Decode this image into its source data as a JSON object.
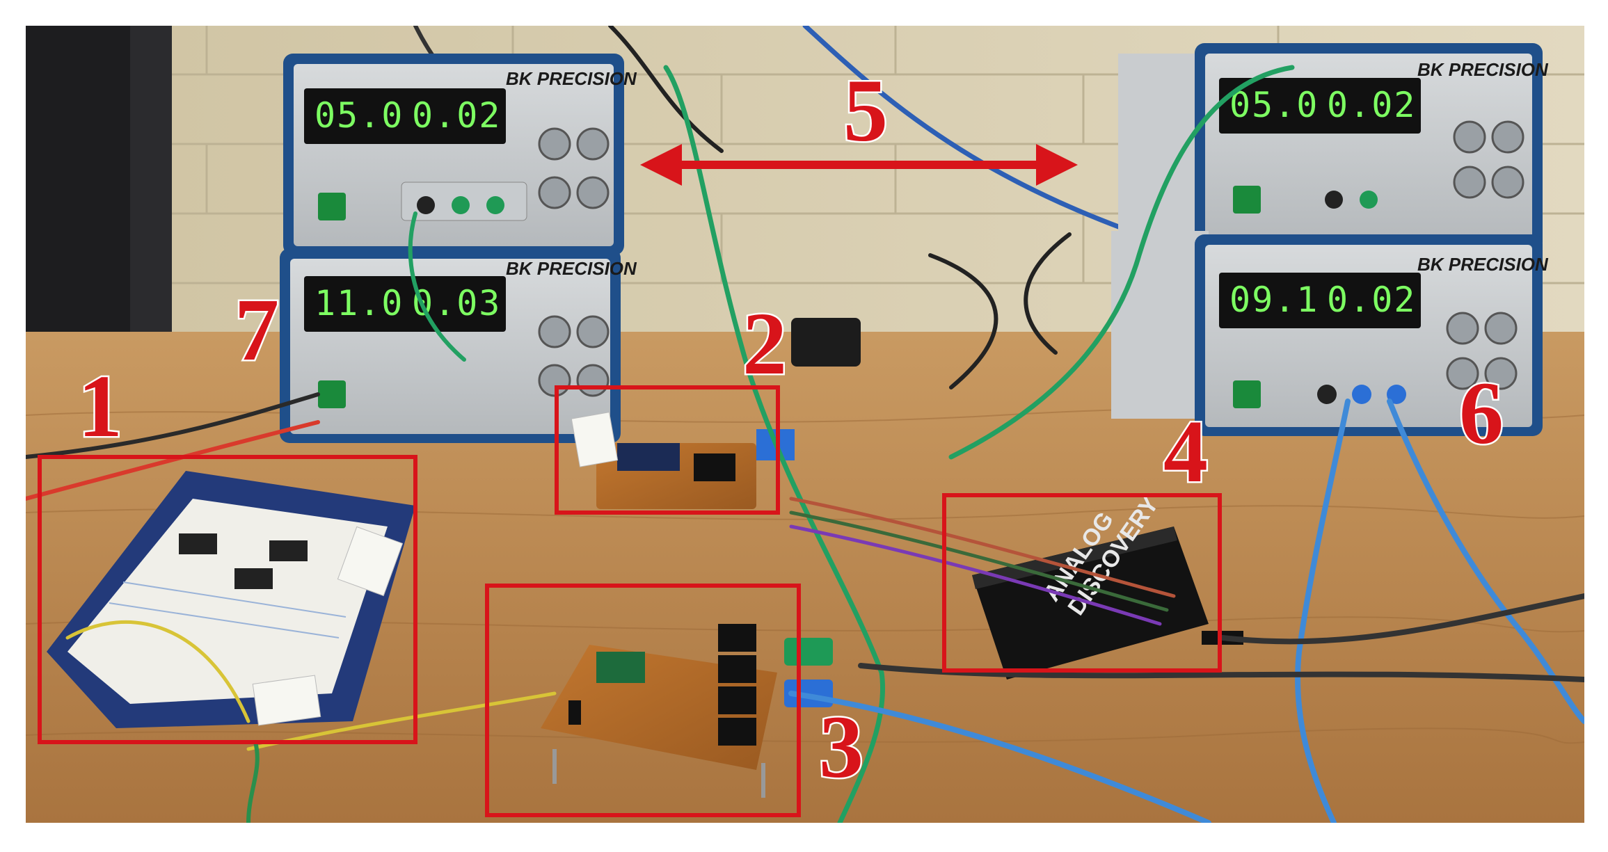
{
  "callouts": [
    {
      "id": "1",
      "label": "1"
    },
    {
      "id": "2",
      "label": "2"
    },
    {
      "id": "3",
      "label": "3"
    },
    {
      "id": "4",
      "label": "4"
    },
    {
      "id": "5",
      "label": "5"
    },
    {
      "id": "6",
      "label": "6"
    },
    {
      "id": "7",
      "label": "7"
    }
  ],
  "power_supplies": [
    {
      "name": "top-left",
      "brand": "BK PRECISION",
      "voltage": "05.0",
      "current": "0.02"
    },
    {
      "name": "bottom-left",
      "brand": "BK PRECISION",
      "voltage": "11.0",
      "current": "0.03"
    },
    {
      "name": "top-right",
      "brand": "BK PRECISION",
      "voltage": "05.0",
      "current": "0.02"
    },
    {
      "name": "bottom-right",
      "brand": "BK PRECISION",
      "voltage": "09.1",
      "current": "0.02"
    }
  ],
  "analyzer": {
    "line1": "ANALOG",
    "line2": "DISCOVERY"
  },
  "colors": {
    "callout_red": "#d8141a",
    "desk_wood": "#b9874f",
    "wall": "#d9cfb4",
    "supply_blue": "#1f4f8a"
  }
}
